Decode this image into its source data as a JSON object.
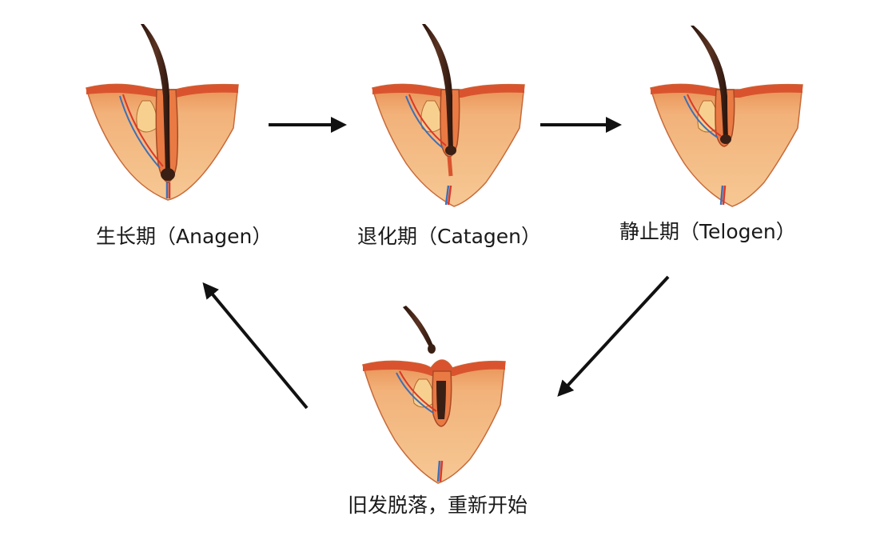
{
  "stages": [
    {
      "id": "anagen",
      "label": "生长期（Anagen）"
    },
    {
      "id": "catagen",
      "label": "退化期（Catagen）"
    },
    {
      "id": "telogen",
      "label": "静止期（Telogen）"
    },
    {
      "id": "shedding",
      "label": "旧发脱落，重新开始"
    }
  ],
  "colors": {
    "skin_fill": "#efae6c",
    "skin_dermis": "#f4c48c",
    "epidermis": "#d9542e",
    "hair": "#3a1f14",
    "arrow": "#111111",
    "vessel_red": "#d9382a",
    "vessel_blue": "#3f6fb5"
  },
  "icons": [
    "hair-follicle-icon",
    "arrow-icon"
  ]
}
